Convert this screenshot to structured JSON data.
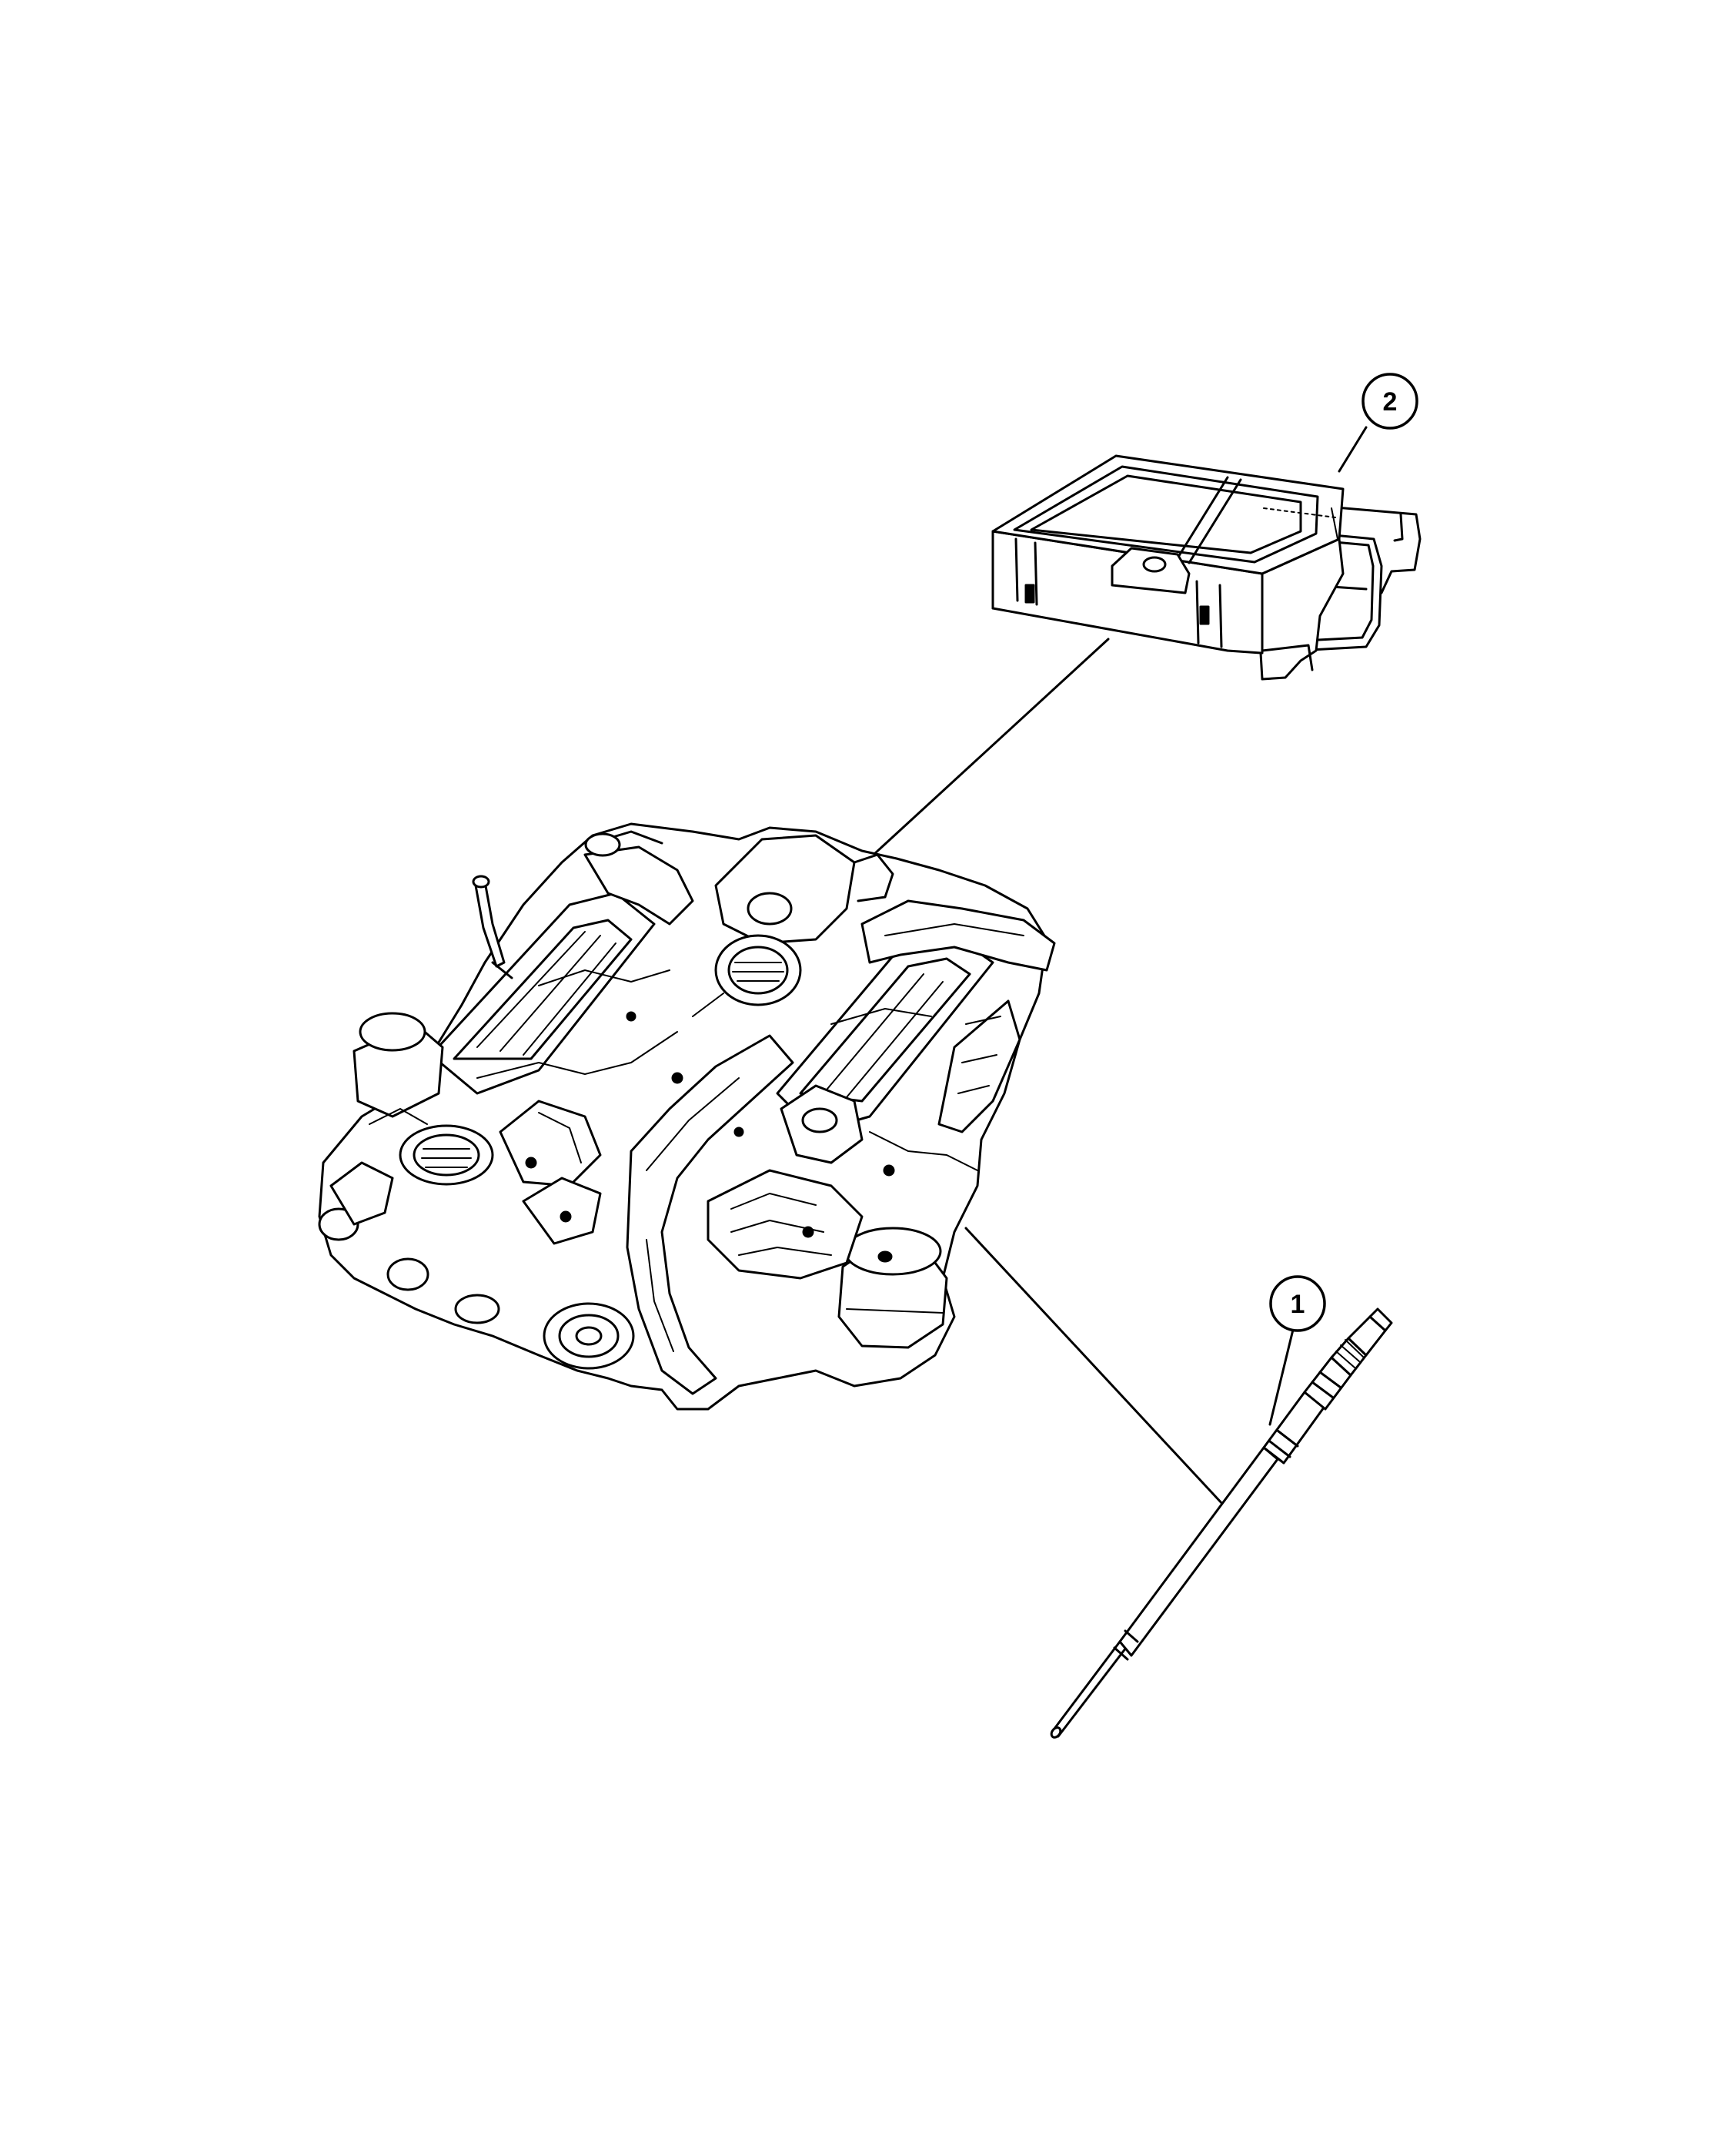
{
  "diagram": {
    "colors": {
      "ink": "#000000",
      "paper": "#ffffff"
    },
    "parts": [
      {
        "id": "1",
        "label": "1",
        "icon": "glow-plug-icon"
      },
      {
        "id": "2",
        "label": "2",
        "icon": "glow-plug-control-module-icon"
      }
    ],
    "assembly_icon": "diesel-v6-engine-icon"
  }
}
